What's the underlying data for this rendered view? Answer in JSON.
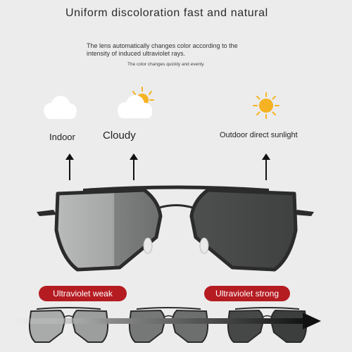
{
  "headline": "Uniform discoloration fast and natural",
  "paragraph": "The lens automatically changes color according to the intensity of induced ultraviolet rays.",
  "note": "The color changes quickly and evenly.",
  "conditions": [
    {
      "label": "Indoor",
      "icon": "cloud-icon"
    },
    {
      "label": "Cloudy",
      "icon": "cloud-sun-icon"
    },
    {
      "label": "Outdoor direct sunlight",
      "icon": "sun-icon"
    }
  ],
  "badges": {
    "weak": "Ultraviolet weak",
    "strong": "Ultraviolet strong"
  },
  "colors": {
    "accent_red": "#b51c22",
    "sun": "#f5b323",
    "frame": "#2b2b2b"
  }
}
